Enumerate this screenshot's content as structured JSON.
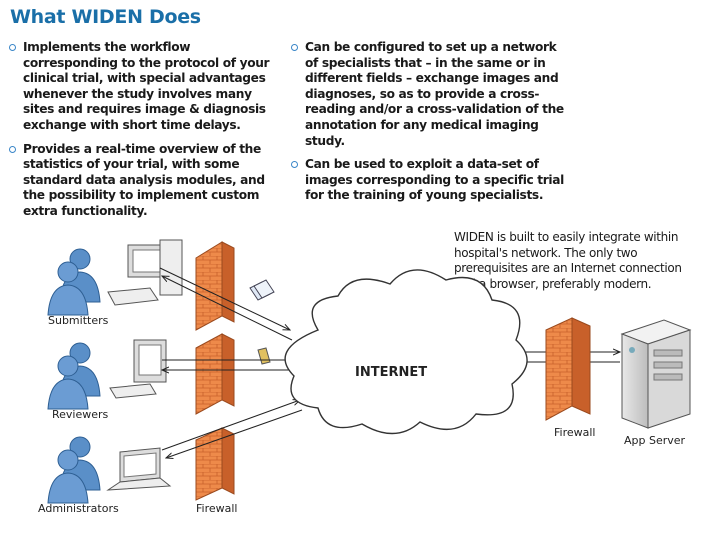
{
  "title": "What WIDEN Does",
  "bullets_left": [
    "Implements the workflow corresponding to the protocol of your clinical trial, with special advantages whenever the study involves many sites and requires image & diagnosis exchange with short time delays.",
    "Provides a real-time overview of the statistics of your trial, with some standard data analysis modules, and the possibility to implement custom extra functionality."
  ],
  "bullets_right": [
    "Can be configured to set up a network of specialists that – in the same or in different fields – exchange images and diagnoses, so as to provide a cross-reading and/or a cross-validation of the annotation for any medical imaging study.",
    "Can be used to exploit a data-set of images corresponding to a specific trial for the training of young specialists."
  ],
  "note": "WIDEN is built to easily integrate within hospital's network. The only two prerequisites are an Internet connection and a browser, preferably modern.",
  "diagram": {
    "labels": {
      "submitters": "Submitters",
      "reviewers": "Reviewers",
      "administrators": "Administrators",
      "firewall_left": "Firewall",
      "firewall_right": "Firewall",
      "app_server": "App Server",
      "internet": "INTERNET"
    },
    "colors": {
      "person": "#5a8fc8",
      "firewall": "#e8783a",
      "cloud_stroke": "#333333"
    }
  }
}
